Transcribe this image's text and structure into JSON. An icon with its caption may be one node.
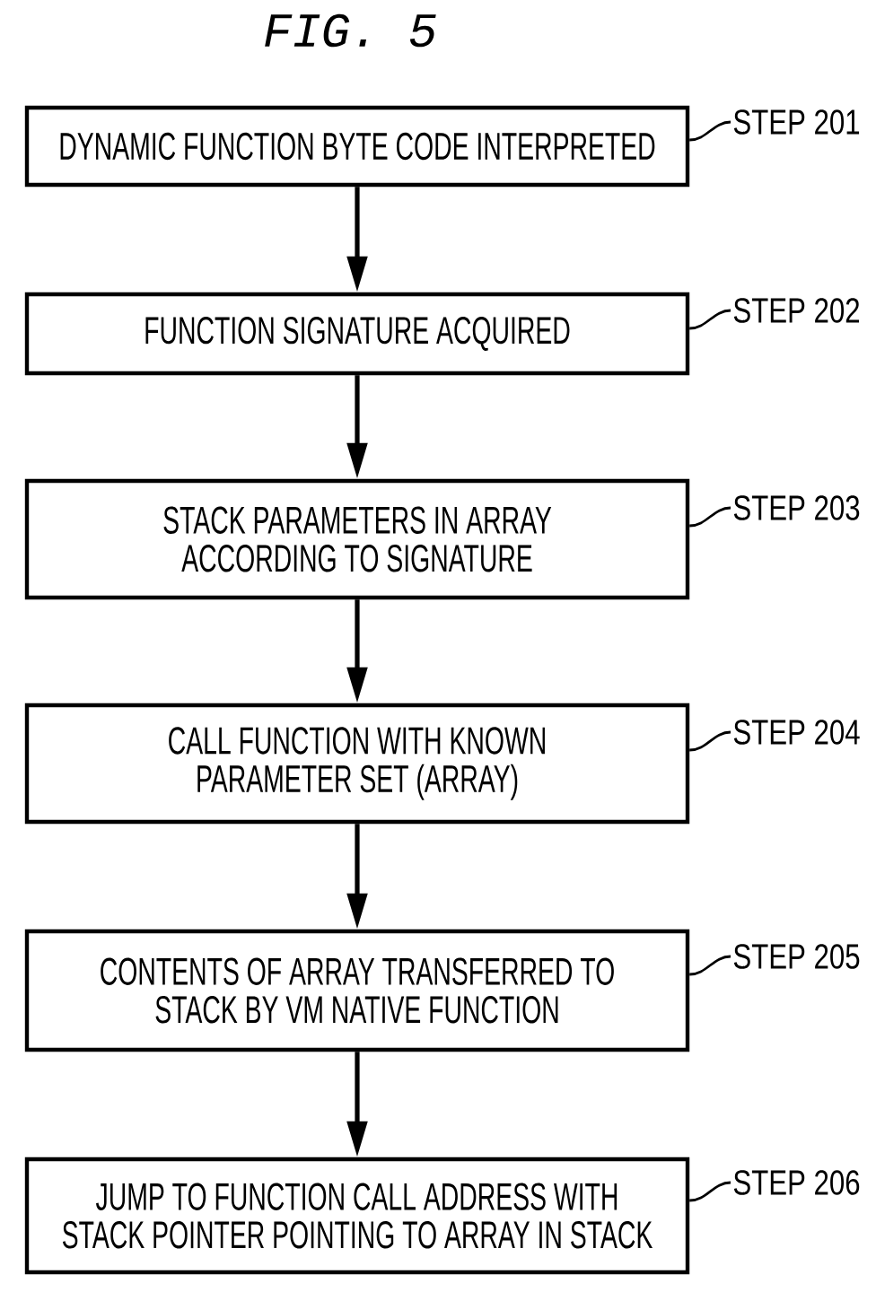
{
  "diagram": {
    "title": "FIG. 5",
    "nodes": [
      {
        "text": [
          "DYNAMIC FUNCTION BYTE CODE INTERPRETED"
        ]
      },
      {
        "text": [
          "STEP 201"
        ]
      },
      {
        "text": [
          "FUNCTION SIGNATURE ACQUIRED"
        ]
      },
      {
        "text": [
          "STEP 202"
        ]
      },
      {
        "text": [
          "STACK PARAMETERS IN ARRAY ACCORDING TO SIGNATURE"
        ]
      },
      {
        "text": [
          "STEP 203"
        ]
      },
      {
        "text": [
          "CALL FUNCTION WITH KNOWN PARAMETER SET (ARRAY)"
        ]
      },
      {
        "text": [
          "STEP 204"
        ]
      },
      {
        "text": [
          "CONTENTS OF ARRAY TRANSFERRED TO STACK BY VM NATIVE FUNCTION"
        ]
      },
      {
        "text": [
          "STEP 205"
        ]
      },
      {
        "text": [
          "JUMP TO FUNCTION CALL ADDRESS WITH STACK POINTER POINTING TO ARRAY IN STACK"
        ]
      },
      {
        "text": [
          "STEP 206"
        ]
      }
    ],
    "edges": [
      {
        "from": 0,
        "to": 2,
        "arrow": "to"
      },
      {
        "from": 2,
        "to": 4,
        "arrow": "to"
      },
      {
        "from": 4,
        "to": 6,
        "arrow": "to"
      },
      {
        "from": 6,
        "to": 8,
        "arrow": "to"
      },
      {
        "from": 8,
        "to": 10,
        "arrow": "to"
      },
      {
        "from": 1,
        "to": 0,
        "arrow": "none"
      },
      {
        "from": 3,
        "to": 2,
        "arrow": "none"
      },
      {
        "from": 5,
        "to": 4,
        "arrow": "none"
      },
      {
        "from": 7,
        "to": 6,
        "arrow": "none"
      },
      {
        "from": 9,
        "to": 8,
        "arrow": "none"
      },
      {
        "from": 11,
        "to": 10,
        "arrow": "none"
      }
    ]
  }
}
